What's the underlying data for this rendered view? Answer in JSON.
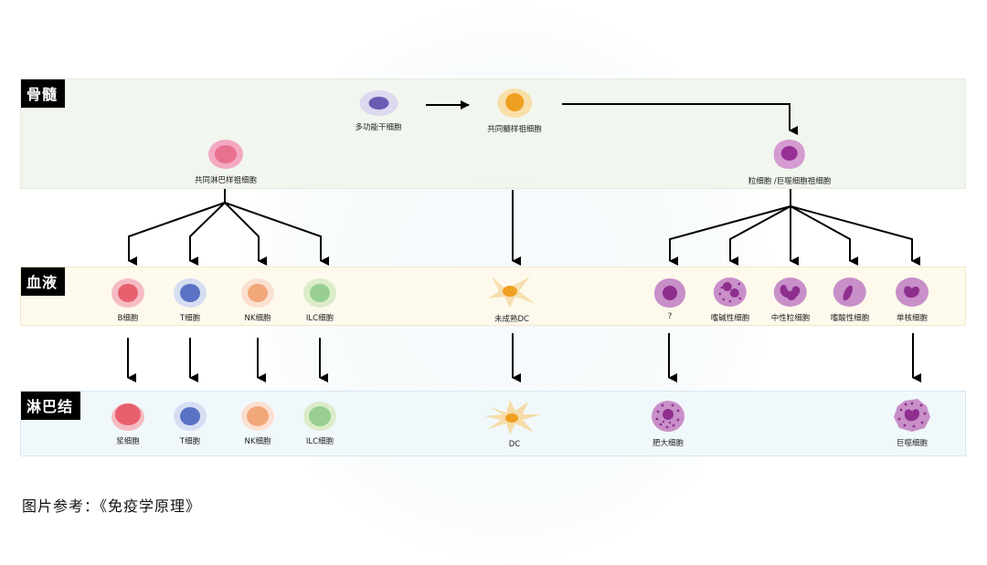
{
  "regions": {
    "bone_marrow": "骨髓",
    "blood": "血液",
    "lymph_node": "淋巴结"
  },
  "cells": {
    "hsc": "多功能干细胞",
    "cmp": "共同髓样祖细胞",
    "clp": "共同淋巴样祖细胞",
    "gmp": "粒细胞 /巨噬细胞祖细胞",
    "b_cell": "B细胞",
    "t_cell": "T细胞",
    "nk_cell": "NK细胞",
    "ilc_cell": "ILC细胞",
    "immature_dc": "未成熟DC",
    "unknown": "?",
    "basophil": "嗜碱性细胞",
    "neutrophil": "中性粒细胞",
    "eosinophil": "嗜酸性细胞",
    "monocyte": "单核细胞",
    "plasma_cell": "浆细胞",
    "t_cell_ln": "T细胞",
    "nk_cell_ln": "NK细胞",
    "ilc_cell_ln": "ILC细胞",
    "dc": "DC",
    "mast_cell": "肥大细胞",
    "macrophage": "巨噬细胞"
  },
  "colors": {
    "region_label_bg": "#000000",
    "bone_marrow_band": "#f0f5ec",
    "blood_band": "#fdfaeb",
    "lymph_band": "#f0f7fc",
    "lymphoid_b": "#e8606e",
    "lymphoid_t": "#5b72c4",
    "lymphoid_nk": "#f2a77a",
    "lymphoid_ilc": "#98cf90",
    "myeloid_purple": "#c88fc9",
    "myeloid_nucleus": "#8e2f8e",
    "dc_orange": "#f0a020"
  },
  "caption": "图片参考：《免疫学原理》"
}
